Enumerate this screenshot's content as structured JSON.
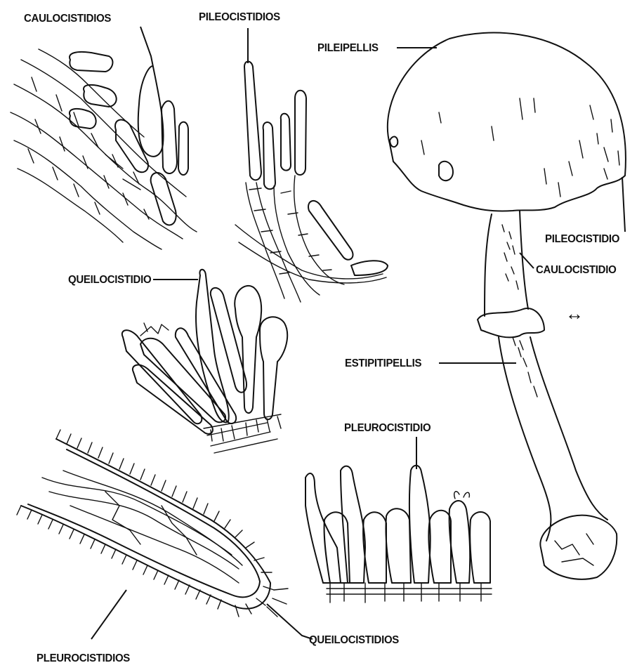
{
  "labels": {
    "caulocistidios": "CAULOCISTIDIOS",
    "pileocistidios": "PILEOCISTIDIOS",
    "pileipellis": "PILEIPELLIS",
    "pileocistidio": "PILEOCISTIDIO",
    "caulocistidio": "CAULOCISTIDIO",
    "queilocistidio": "QUEILOCISTIDIO",
    "estipitipellis": "ESTIPITIPELLIS",
    "pleurocistidio": "PLEUROCISTIDIO",
    "queilocistidios": "QUEILOCISTIDIOS",
    "pleurocistidios": "PLEUROCISTIDIOS"
  },
  "symbols": {
    "double_arrow": "↔"
  }
}
